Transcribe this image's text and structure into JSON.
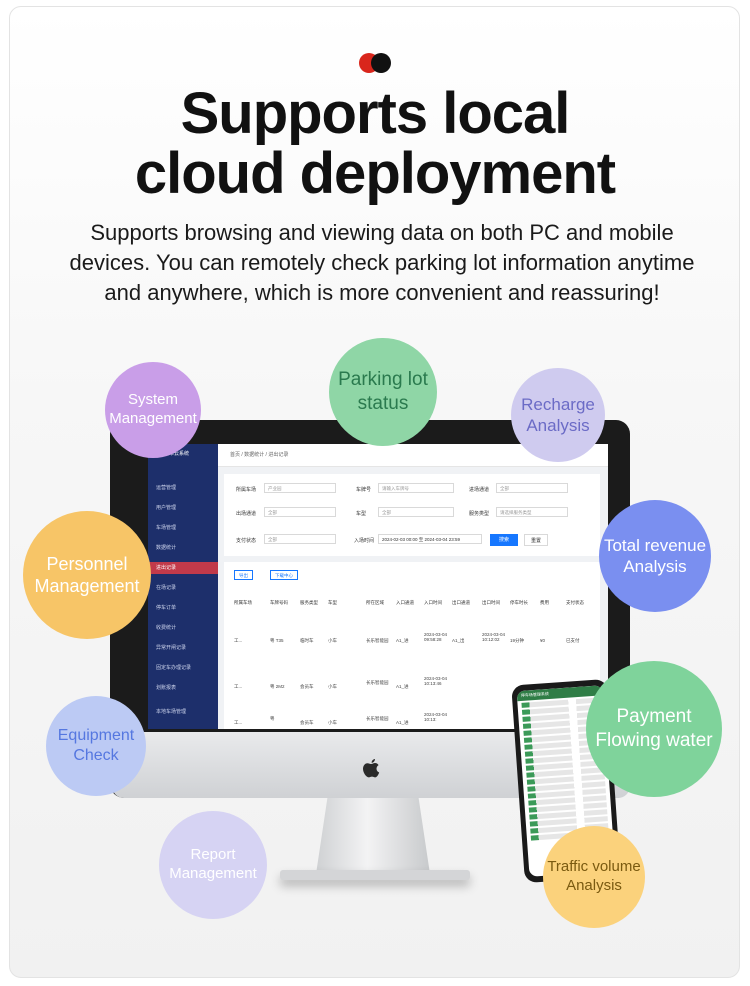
{
  "hero": {
    "title_line1": "Supports local",
    "title_line2": "cloud deployment",
    "subtitle": "Supports browsing and viewing data on both PC and mobile devices. You can remotely check parking lot information anytime and anywhere, which is more convenient and reassuring!",
    "brand_colors": {
      "dot1": "#d9261c",
      "dot2": "#111111"
    }
  },
  "features": [
    {
      "label": "System Management",
      "color": "#c99ee8"
    },
    {
      "label": "Parking lot status",
      "color": "#8fd6a6"
    },
    {
      "label": "Recharge Analysis",
      "color": "#cfcbef"
    },
    {
      "label": "Personnel Management",
      "color": "#f7c567"
    },
    {
      "label": "Total revenue Analysis",
      "color": "#7a8ff0"
    },
    {
      "label": "Equipment Check",
      "color": "#bccaf4"
    },
    {
      "label": "Payment Flowing water",
      "color": "#7fd39b"
    },
    {
      "label": "Report Management",
      "color": "#d6d3f3"
    },
    {
      "label": "Traffic volume Analysis",
      "color": "#fbd27c"
    }
  ],
  "screen": {
    "brand": "畅停城市云系统",
    "breadcrumb": "首页 / 数据统计 / 进出记录",
    "sidebar_items": [
      "运营管理",
      "用户管理",
      "车场管理",
      "数据统计",
      "进出记录",
      "在场记录",
      "停车订单",
      "收费统计",
      "异常开闸记录",
      "固定车办理记录",
      "划账报表",
      "本地车场管理"
    ],
    "filter_labels": {
      "parking": "所属车场",
      "plate": "车牌号",
      "in_channel": "进场通道",
      "out_channel": "出场通道",
      "car_type": "车型",
      "service_type": "服务类型",
      "pay_status": "支付状态",
      "in_time": "入场时间"
    },
    "filter_values": {
      "parking": "产业园",
      "plate": "请输入车牌号",
      "in_channel": "全部",
      "out_channel": "全部",
      "car_type": "全部",
      "service_type": "请选择服务类型",
      "pay_status": "全部",
      "in_time": "2024-02-03 00:00 至 2024-03-04 23:59"
    },
    "search_label": "搜索",
    "reset_label": "重置",
    "export_label": "导出",
    "download_label": "下载中心",
    "table_headers": [
      "所属车场",
      "车牌号码",
      "服务类型",
      "车型",
      "所在区域",
      "入口通道",
      "入口时间",
      "出口通道",
      "出口时间",
      "停车时长",
      "费用",
      "支付状态"
    ],
    "rows": [
      {
        "lot": "工...",
        "plate": "粤 T35",
        "service": "临时车",
        "type": "小车",
        "area": "长乐智能园",
        "in_ch": "A1_进",
        "in_time": "2024-03-04 09:58:28",
        "out_ch": "A1_出",
        "out_time": "2024-03-04 10:12:02",
        "duration": "19分钟",
        "fee": "¥0",
        "status": "已支付"
      },
      {
        "lot": "工...",
        "plate": "粤 2M2",
        "service": "会员车",
        "type": "小车",
        "area": "长乐智能园",
        "in_ch": "A1_进",
        "in_time": "2024-03-04 10:13:46",
        "out_ch": "",
        "out_time": "",
        "duration": "",
        "fee": "",
        "status": ""
      },
      {
        "lot": "工...",
        "plate": "粤",
        "service": "会员车",
        "type": "小车",
        "area": "长乐智能园",
        "in_ch": "A1_进",
        "in_time": "2024-03-04 10:13:",
        "out_ch": "",
        "out_time": "",
        "duration": "",
        "fee": "",
        "status": ""
      }
    ]
  },
  "phone": {
    "header": "停车场管理系统"
  }
}
